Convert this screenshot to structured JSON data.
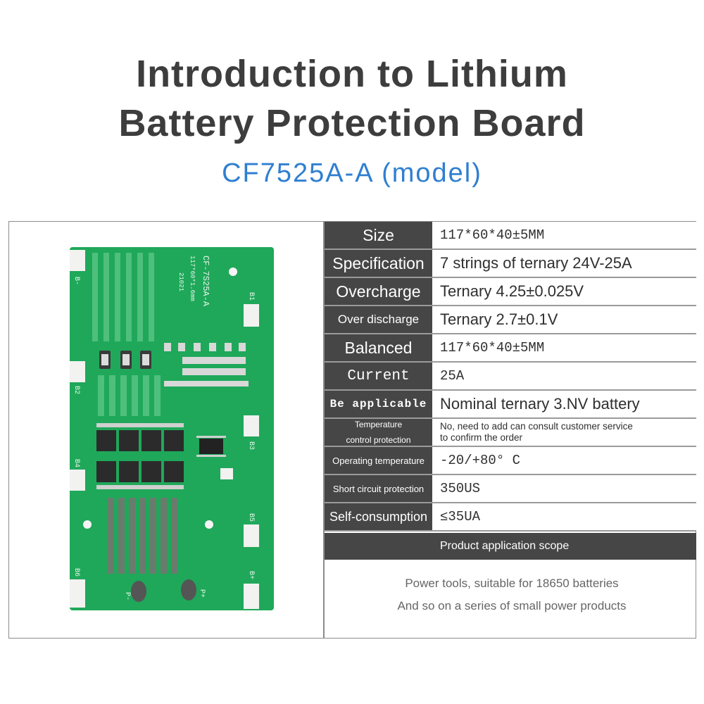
{
  "title_line1": "Introduction to Lithium",
  "title_line2": "Battery Protection Board",
  "model": "CF7525A-A (model)",
  "board_labels": {
    "silk_model": "CF-7S25A-A",
    "silk_size": "117*60*1.6mm",
    "silk_date": "21021",
    "b_minus": "B-",
    "b1": "B1",
    "b2": "B2",
    "b3": "B3",
    "b4": "B4",
    "b5": "B5",
    "b6": "B6",
    "b_plus": "B+",
    "p_minus": "P-",
    "p_plus": "P+"
  },
  "specs": [
    {
      "label": "Size",
      "value": "117*60*40±5MM"
    },
    {
      "label": "Specification",
      "value": "7 strings of ternary 24V-25A"
    },
    {
      "label": "Overcharge",
      "value": "Ternary 4.25±0.025V"
    },
    {
      "label": "Over discharge",
      "value": "Ternary 2.7±0.1V"
    },
    {
      "label": "Balanced",
      "value": "117*60*40±5MM"
    },
    {
      "label": "Current",
      "value": "25A"
    },
    {
      "label": "Be applicable",
      "value": "Nominal ternary 3.NV battery"
    },
    {
      "label_line1": "Temperature",
      "label_line2": "control protection",
      "value_line1": "No, need to add can consult customer service",
      "value_line2": "to confirm the order"
    },
    {
      "label": "Operating temperature",
      "value": "-20/+80° C"
    },
    {
      "label": "Short circuit protection",
      "value": "350US"
    },
    {
      "label": "Self-consumption",
      "value": "≤35UA"
    }
  ],
  "scope": {
    "heading": "Product application scope",
    "line1": "Power tools, suitable for 18650 batteries",
    "line2": "And so on a series of small power products"
  },
  "colors": {
    "pcb_green": "#1fa85a",
    "label_bg": "#464646",
    "model_blue": "#2f7fd0",
    "title": "#3d3d3d"
  }
}
